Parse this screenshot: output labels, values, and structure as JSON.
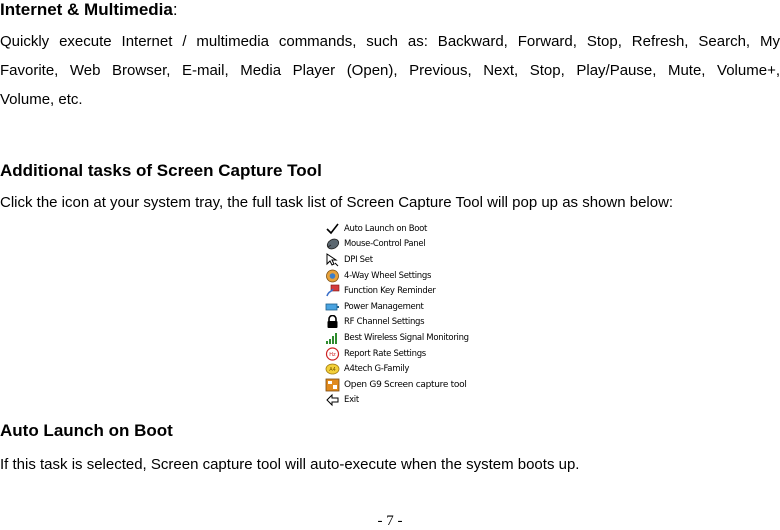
{
  "section1": {
    "heading": "Internet & Multimedia",
    "heading_suffix": ":",
    "lines": [
      "Quickly execute Internet / multimedia commands, such as: Backward, Forward, Stop, Refresh, Search, My",
      "Favorite, Web Browser, E-mail, Media Player (Open), Previous, Next, Stop, Play/Pause, Mute, Volume+,",
      "Volume, etc."
    ]
  },
  "section2": {
    "heading": "Additional tasks of Screen Capture Tool",
    "text": "Click the icon at your system tray, the full task list of Screen Capture Tool will pop up as shown below:"
  },
  "menu": {
    "items": [
      {
        "label": "Auto Launch on Boot",
        "icon": "checkmark-icon"
      },
      {
        "label": "Mouse-Control Panel",
        "icon": "mouse-icon"
      },
      {
        "label": "DPI Set",
        "icon": "cursor-icon"
      },
      {
        "label": "4-Way Wheel Settings",
        "icon": "wheel-icon"
      },
      {
        "label": "Function Key Reminder",
        "icon": "key-reminder-icon"
      },
      {
        "label": "Power Management",
        "icon": "battery-icon"
      },
      {
        "label": "RF Channel Settings",
        "icon": "lock-icon"
      },
      {
        "label": "Best Wireless Signal Monitoring",
        "icon": "signal-icon"
      },
      {
        "label": "Report Rate Settings",
        "icon": "report-rate-icon"
      },
      {
        "label": "A4tech G-Family",
        "icon": "a4tech-logo-icon"
      },
      {
        "label": "Open G9 Screen capture tool",
        "icon": "screen-capture-icon"
      },
      {
        "label": "Exit",
        "icon": "exit-icon"
      }
    ]
  },
  "section3": {
    "heading": "Auto Launch on Boot",
    "text": "If this task is selected, Screen capture tool will auto-execute when the system boots up."
  },
  "footer": {
    "page_number": "- 7 -"
  }
}
